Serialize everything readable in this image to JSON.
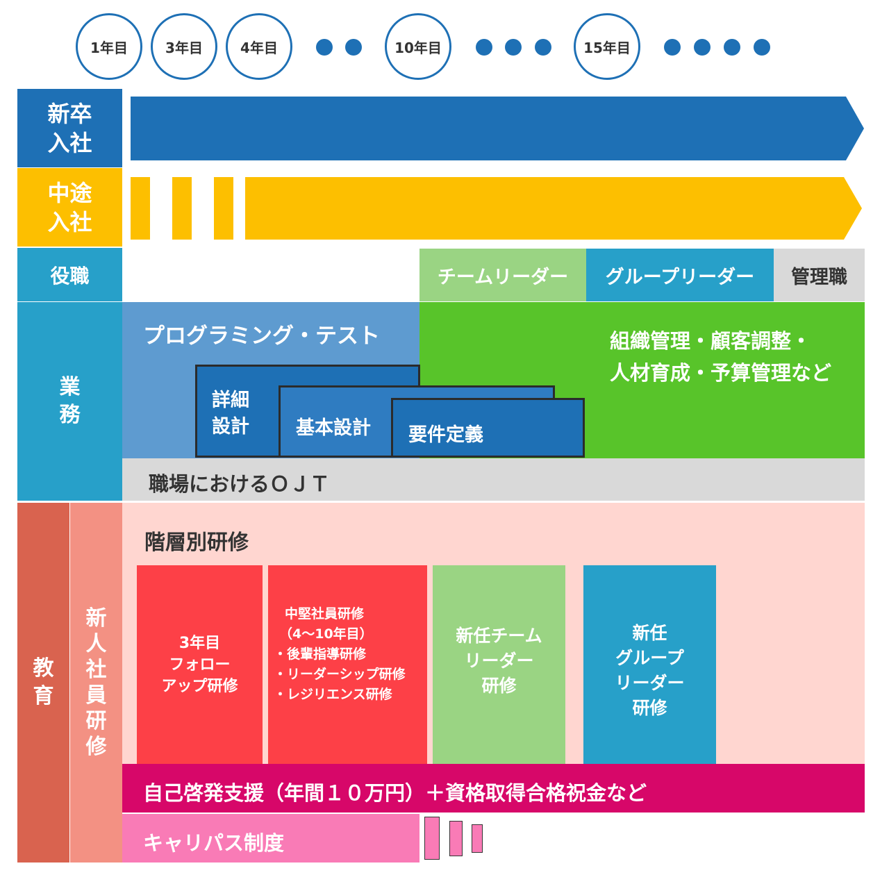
{
  "timeline": {
    "years": [
      "1年目",
      "3年目",
      "4年目",
      "10年目",
      "15年目"
    ]
  },
  "rows": {
    "new_grad": "新卒入社",
    "mid_career": "中途入社",
    "position": "役職",
    "work": "業務",
    "education": "教育",
    "newcomer_training": "新人社員研修"
  },
  "positions": {
    "team_leader": "チームリーダー",
    "group_leader": "グループリーダー",
    "manager": "管理職"
  },
  "work": {
    "programming": "プログラミング・テスト",
    "management_line1": "組織管理・顧客調整・",
    "management_line2": "人材育成・予算管理など",
    "detail_design_line1": "詳細",
    "detail_design_line2": "設計",
    "basic_design": "基本設計",
    "requirements": "要件定義",
    "ojt": "職場におけるＯＪＴ"
  },
  "training": {
    "heading": "階層別研修",
    "follow_up": [
      "3年目",
      "フォロー",
      "アップ研修"
    ],
    "mid_level": [
      "中堅社員研修",
      "（4〜10年目）",
      "・後輩指導研修",
      "・リーダーシップ研修",
      "・レジリエンス研修"
    ],
    "new_team_leader": [
      "新任チーム",
      "リーダー",
      "研修"
    ],
    "new_group_leader": [
      "新任",
      "グループ",
      "リーダー",
      "研修"
    ],
    "self_development": "自己啓発支援（年間１０万円）＋資格取得合格祝金など",
    "career_path": "キャリパス制度"
  },
  "colors": {
    "blue": "#1e70b5",
    "yellow": "#fdbf00",
    "cyan": "#27a0c9",
    "light_green": "#9ad483",
    "green": "#58c42a",
    "gray": "#d9d9d9",
    "red": "#fd4047",
    "magenta": "#d70769",
    "pink": "#f97bb6",
    "edu_red": "#d9634f",
    "salmon": "#f39183",
    "pale_pink": "#ffd6d0"
  }
}
